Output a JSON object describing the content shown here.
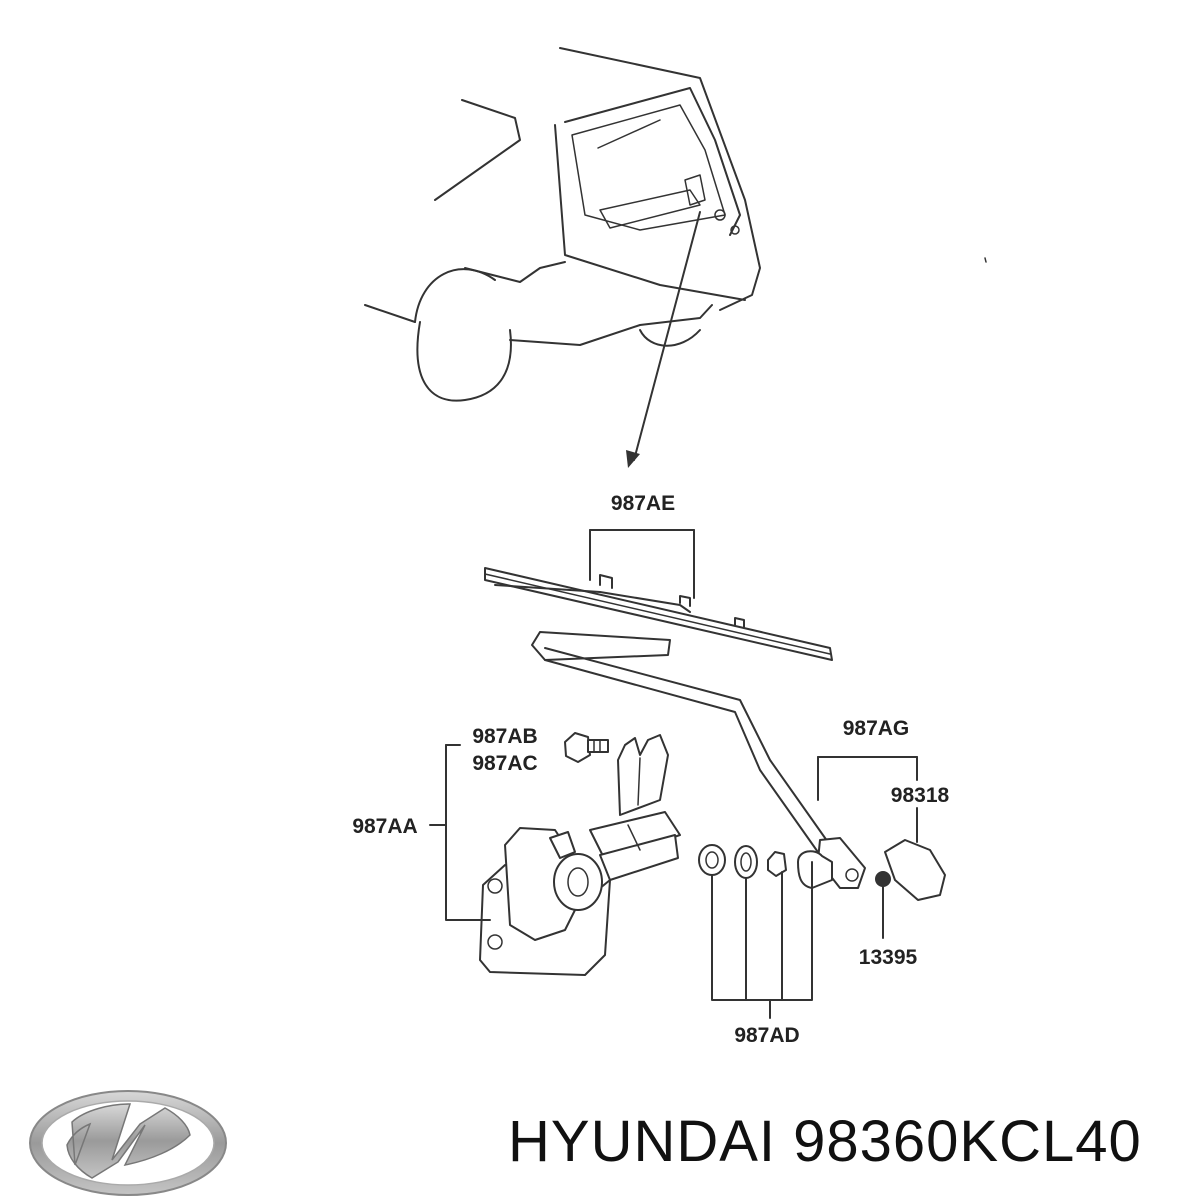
{
  "callouts": {
    "c987AE": "987AE",
    "c987AB": "987AB",
    "c987AC": "987AC",
    "c987AA": "987AA",
    "c987AG": "987AG",
    "c98318": "98318",
    "c13395": "13395",
    "c987AD": "987AD"
  },
  "footer": {
    "brand_text": "HYUNDAI 98360KCL40"
  },
  "colors": {
    "line": "#333333",
    "label": "#222222",
    "logo_silver": "#a8a8a8"
  },
  "icons": {
    "logo": "hyundai-logo-icon"
  }
}
